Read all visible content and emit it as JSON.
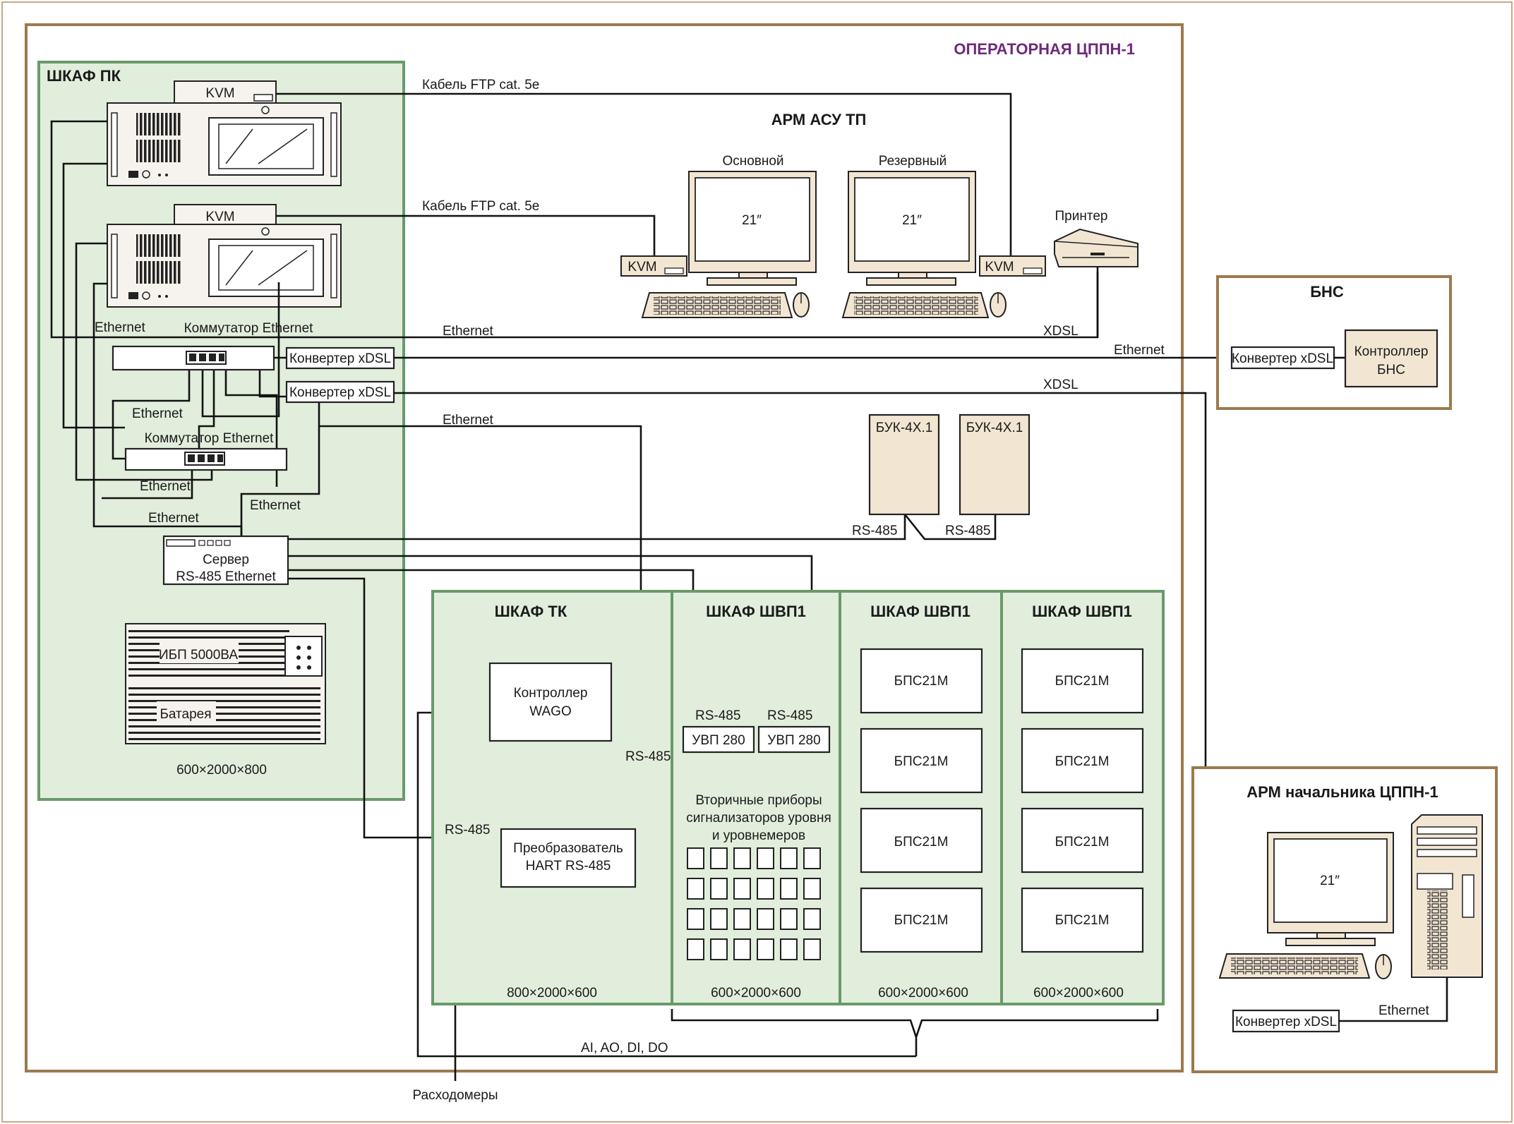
{
  "operatornaya": "ОПЕРАТОРНАЯ ЦППН-1",
  "shkaf_pk": {
    "title": "ШКАФ ПК",
    "kvm1": "KVM",
    "kvm2": "KVM",
    "switch1": "Коммутатор Ethernet",
    "switch2": "Коммутатор Ethernet",
    "conv1": "Конвертер xDSL",
    "conv2": "Конвертер xDSL",
    "server_line1": "Сервер",
    "server_line2": "RS-485 Ethernet",
    "ups": "ИБП 5000ВА",
    "battery": "Батарея",
    "dims": "600×2000×800",
    "eth_a": "Ethernet",
    "eth_b": "Ethernet",
    "eth_c": "Ethernet",
    "eth_d": "Ethernet",
    "eth_e": "Ethernet"
  },
  "cables": {
    "ftp1": "Кабель FTP cat. 5e",
    "ftp2": "Кабель FTP cat. 5e",
    "eth_main": "Ethernet",
    "eth_bns": "Ethernet",
    "eth_wago": "Ethernet",
    "xdsl_printer": "XDSL",
    "xdsl_arm": "XDSL"
  },
  "arm_asu": {
    "title": "АРМ АСУ ТП",
    "main": "Основной",
    "reserve": "Резервный",
    "mon1": "21″",
    "mon2": "21″",
    "kvm_l": "KVM",
    "kvm_r": "KVM",
    "printer": "Принтер"
  },
  "bns": {
    "title": "БНС",
    "conv": "Конвертер xDSL",
    "ctrl1": "Контроллер",
    "ctrl2": "БНС"
  },
  "buk": {
    "b1": "БУК-4Х.1",
    "b2": "БУК-4Х.1",
    "rs1": "RS-485",
    "rs2": "RS-485"
  },
  "shkaf_tk": {
    "title": "ШКАФ ТК",
    "wago1": "Контроллер",
    "wago2": "WAGO",
    "rs_wago": "RS-485",
    "rs_hart": "RS-485",
    "hart1": "Преобразователь",
    "hart2": "HART RS-485",
    "dims": "800×2000×600"
  },
  "shvp1": {
    "title": "ШКАФ ШВП1",
    "rs1": "RS-485",
    "rs2": "RS-485",
    "uvp1": "УВП 280",
    "uvp2": "УВП 280",
    "sec1": "Вторичные приборы",
    "sec2": "сигнализаторов уровня",
    "sec3": "и уровнемеров",
    "dims": "600×2000×600"
  },
  "shvp2": {
    "title": "ШКАФ ШВП1",
    "b1": "БПС21М",
    "b2": "БПС21М",
    "b3": "БПС21М",
    "b4": "БПС21М",
    "dims": "600×2000×600"
  },
  "shvp3": {
    "title": "ШКАФ ШВП1",
    "b1": "БПС21М",
    "b2": "БПС21М",
    "b3": "БПС21М",
    "b4": "БПС21М",
    "dims": "600×2000×600"
  },
  "signals": "AI, AO, DI, DO",
  "flowmeters": "Расходомеры",
  "arm_chief": {
    "title": "АРМ начальника ЦППН-1",
    "mon": "21″",
    "conv": "Конвертер xDSL",
    "eth": "Ethernet"
  }
}
